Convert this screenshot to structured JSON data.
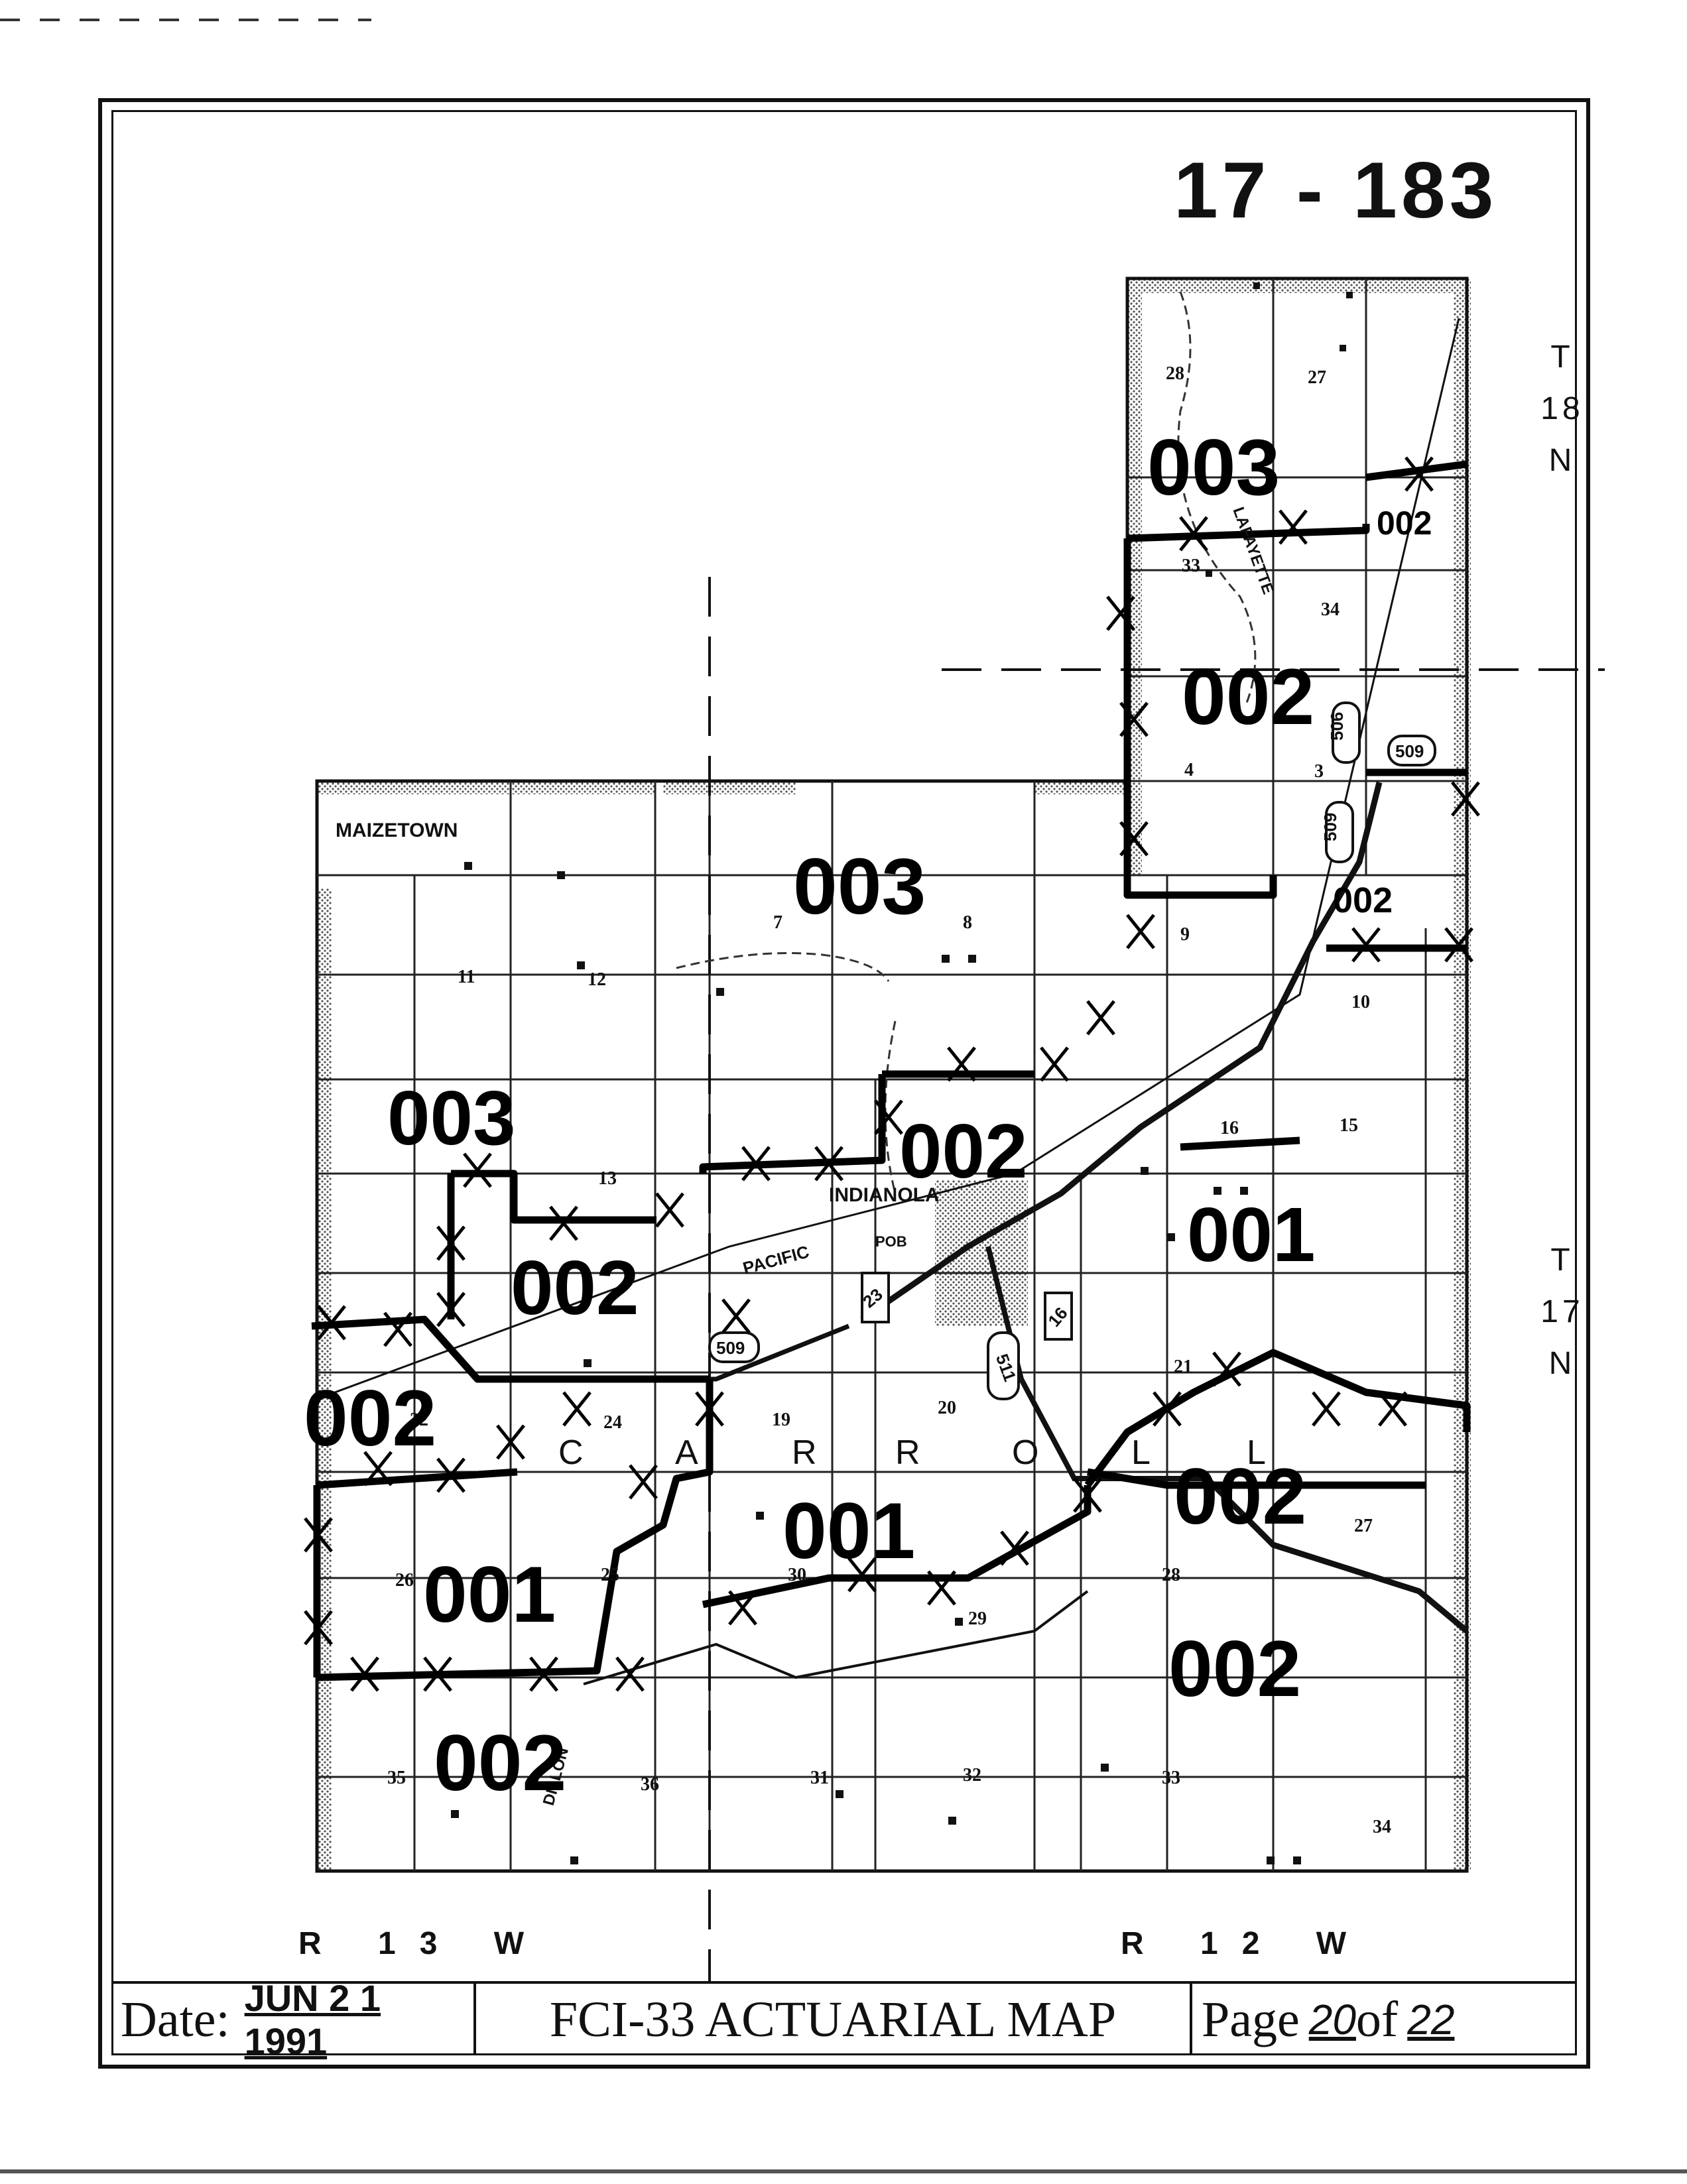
{
  "map_id": "17 - 183",
  "township_north": [
    "T",
    "18",
    "N"
  ],
  "township_south": [
    "T",
    "17",
    "N"
  ],
  "range_west": "R 13 W",
  "range_east": "R 12 W",
  "footer": {
    "date_label": "Date:",
    "date_value": "JUN 2 1 1991",
    "title": "FCI-33 ACTUARIAL MAP",
    "page_label": "Page",
    "page_num": "20",
    "page_of": "of",
    "page_total": "22"
  },
  "places": {
    "maizetown": "MAIZETOWN",
    "indianola": "INDIANOLA",
    "pacific": "PACIFIC",
    "pob": "POB",
    "dillon": "DILLON",
    "lafayette": "LAFAYETTE",
    "county": [
      "C",
      "A",
      "R",
      "R",
      "O",
      "L",
      "L"
    ]
  },
  "routes": [
    "509",
    "506",
    "509",
    "509",
    "23",
    "16",
    "511"
  ],
  "zones": [
    "003",
    "002",
    "002",
    "003",
    "003",
    "002",
    "002",
    "002",
    "001",
    "001",
    "001",
    "002",
    "002",
    "002",
    "002"
  ],
  "sections": [
    "28",
    "27",
    "33",
    "34",
    "4",
    "3",
    "7",
    "8",
    "9",
    "10",
    "11",
    "12",
    "13",
    "16",
    "15",
    "19",
    "20",
    "21",
    "22",
    "24",
    "25",
    "26",
    "27",
    "28",
    "29",
    "30",
    "31",
    "32",
    "33",
    "34",
    "35",
    "36"
  ]
}
